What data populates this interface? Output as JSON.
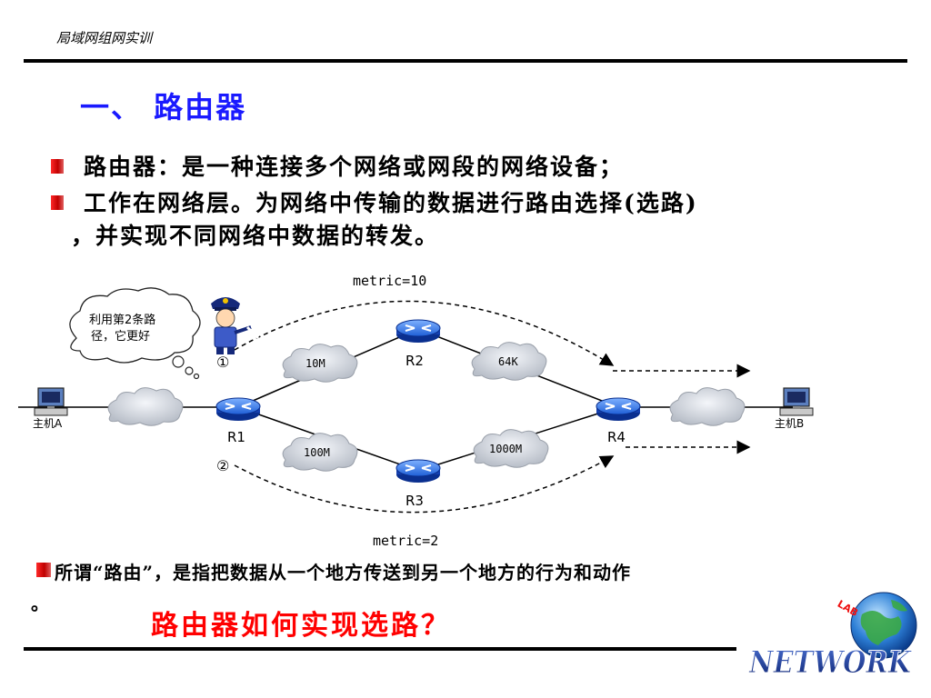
{
  "header": {
    "text": "局域网组网实训"
  },
  "title": "一、 路由器",
  "bullets": [
    "路由器：是一种连接多个网络或网段的网络设备；",
    "工作在网络层。为网络中传输的数据进行路由选择(选路)",
    "，并实现不同网络中数据的转发。"
  ],
  "diagram": {
    "metric_top": "metric=10",
    "metric_bottom": "metric=2",
    "thought": [
      "利用第2条路",
      "径，它更好"
    ],
    "hosts": {
      "a": "主机A",
      "b": "主机B"
    },
    "routers": {
      "r1": "R1",
      "r2": "R2",
      "r3": "R3",
      "r4": "R4"
    },
    "links": {
      "l10m": "10M",
      "l64k": "64K",
      "l100m": "100M",
      "l1000m": "1000M"
    },
    "markers": {
      "one": "①",
      "two": "②"
    }
  },
  "note": {
    "text": "所谓“路由”，是指把数据从一个地方传送到另一个地方的行为和动作",
    "tail": "。"
  },
  "question": "路由器如何实现选路？",
  "logo": {
    "main": "NETWORK",
    "lab": "LAB"
  }
}
